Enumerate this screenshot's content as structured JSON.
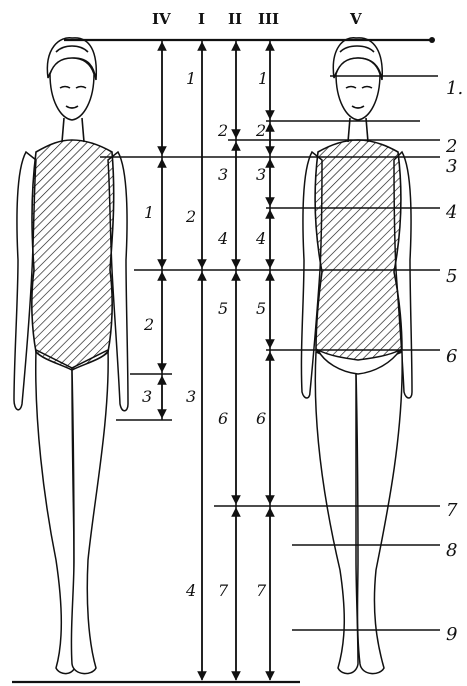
{
  "columns": {
    "iv": "IV",
    "i": "I",
    "ii": "II",
    "iii": "III",
    "v": "V"
  },
  "segments": {
    "iv": [
      "1",
      "2",
      "3"
    ],
    "i": [
      "1",
      "2",
      "3",
      "4"
    ],
    "ii": [
      "2",
      "3",
      "4",
      "5",
      "6",
      "7"
    ],
    "iii": [
      "1",
      "2",
      "3",
      "4",
      "5",
      "6",
      "7"
    ]
  },
  "right_labels": [
    "1.",
    "2",
    "3",
    "4",
    "5",
    "6",
    "7",
    "8",
    "9"
  ]
}
